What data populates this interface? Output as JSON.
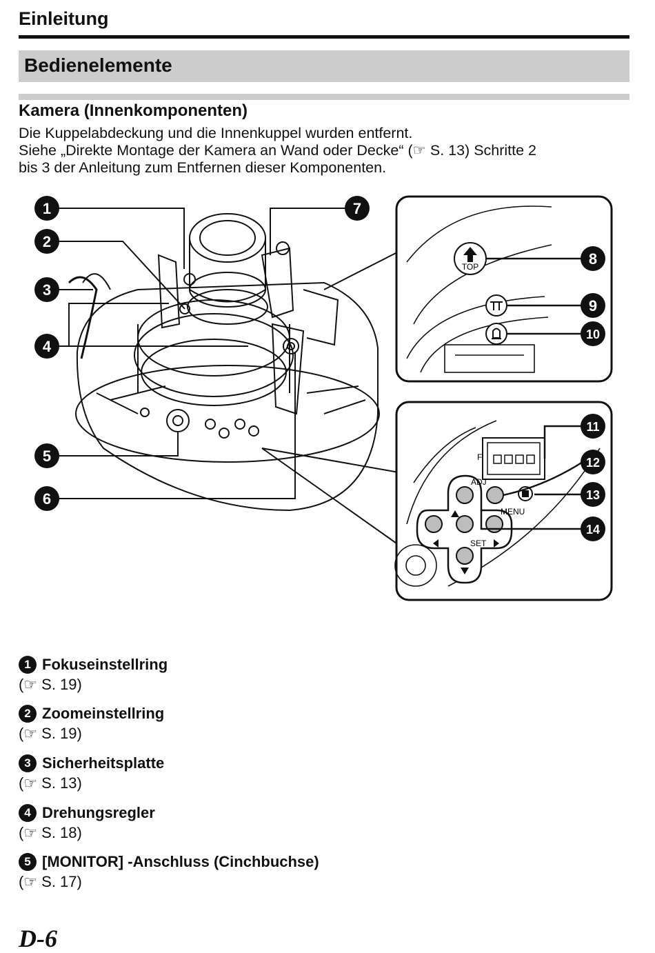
{
  "header": {
    "chapter": "Einleitung",
    "section": "Bedienelemente"
  },
  "content": {
    "subsection": "Kamera (Innenkomponenten)",
    "intro_lines": [
      "Die Kuppelabdeckung und die Innenkuppel wurden entfernt.",
      "Siehe „Direkte Montage der Kamera an Wand oder Decke“ (☞ S. 13) Schritte 2",
      "bis 3 der Anleitung zum Entfernen dieser Komponenten."
    ]
  },
  "diagram": {
    "callouts": [
      "1",
      "2",
      "3",
      "4",
      "5",
      "6",
      "7",
      "8",
      "9",
      "10",
      "11",
      "12",
      "13",
      "14"
    ],
    "labels": {
      "top": "TOP",
      "adj": "ADJ",
      "menu": "MENU",
      "set": "SET",
      "f": "F"
    },
    "icons": [
      "camera-dome-illustration",
      "top-arrow-icon",
      "t-mark-icon",
      "bell-mark-icon",
      "dip-switch-icon",
      "arrow-up-icon",
      "arrow-down-icon",
      "arrow-left-icon",
      "arrow-right-icon"
    ]
  },
  "items": [
    {
      "num": "1",
      "title": "Fokuseinstellring",
      "ref": "(☞ S. 19)"
    },
    {
      "num": "2",
      "title": "Zoomeinstellring",
      "ref": "(☞ S. 19)"
    },
    {
      "num": "3",
      "title": "Sicherheitsplatte",
      "ref": "(☞ S. 13)"
    },
    {
      "num": "4",
      "title": "Drehungsregler",
      "ref": "(☞ S. 18)"
    },
    {
      "num": "5",
      "title": "[MONITOR] -Anschluss (Cinchbuchse)",
      "ref": "(☞ S. 17)"
    }
  ],
  "footer": {
    "page": "D-6"
  }
}
